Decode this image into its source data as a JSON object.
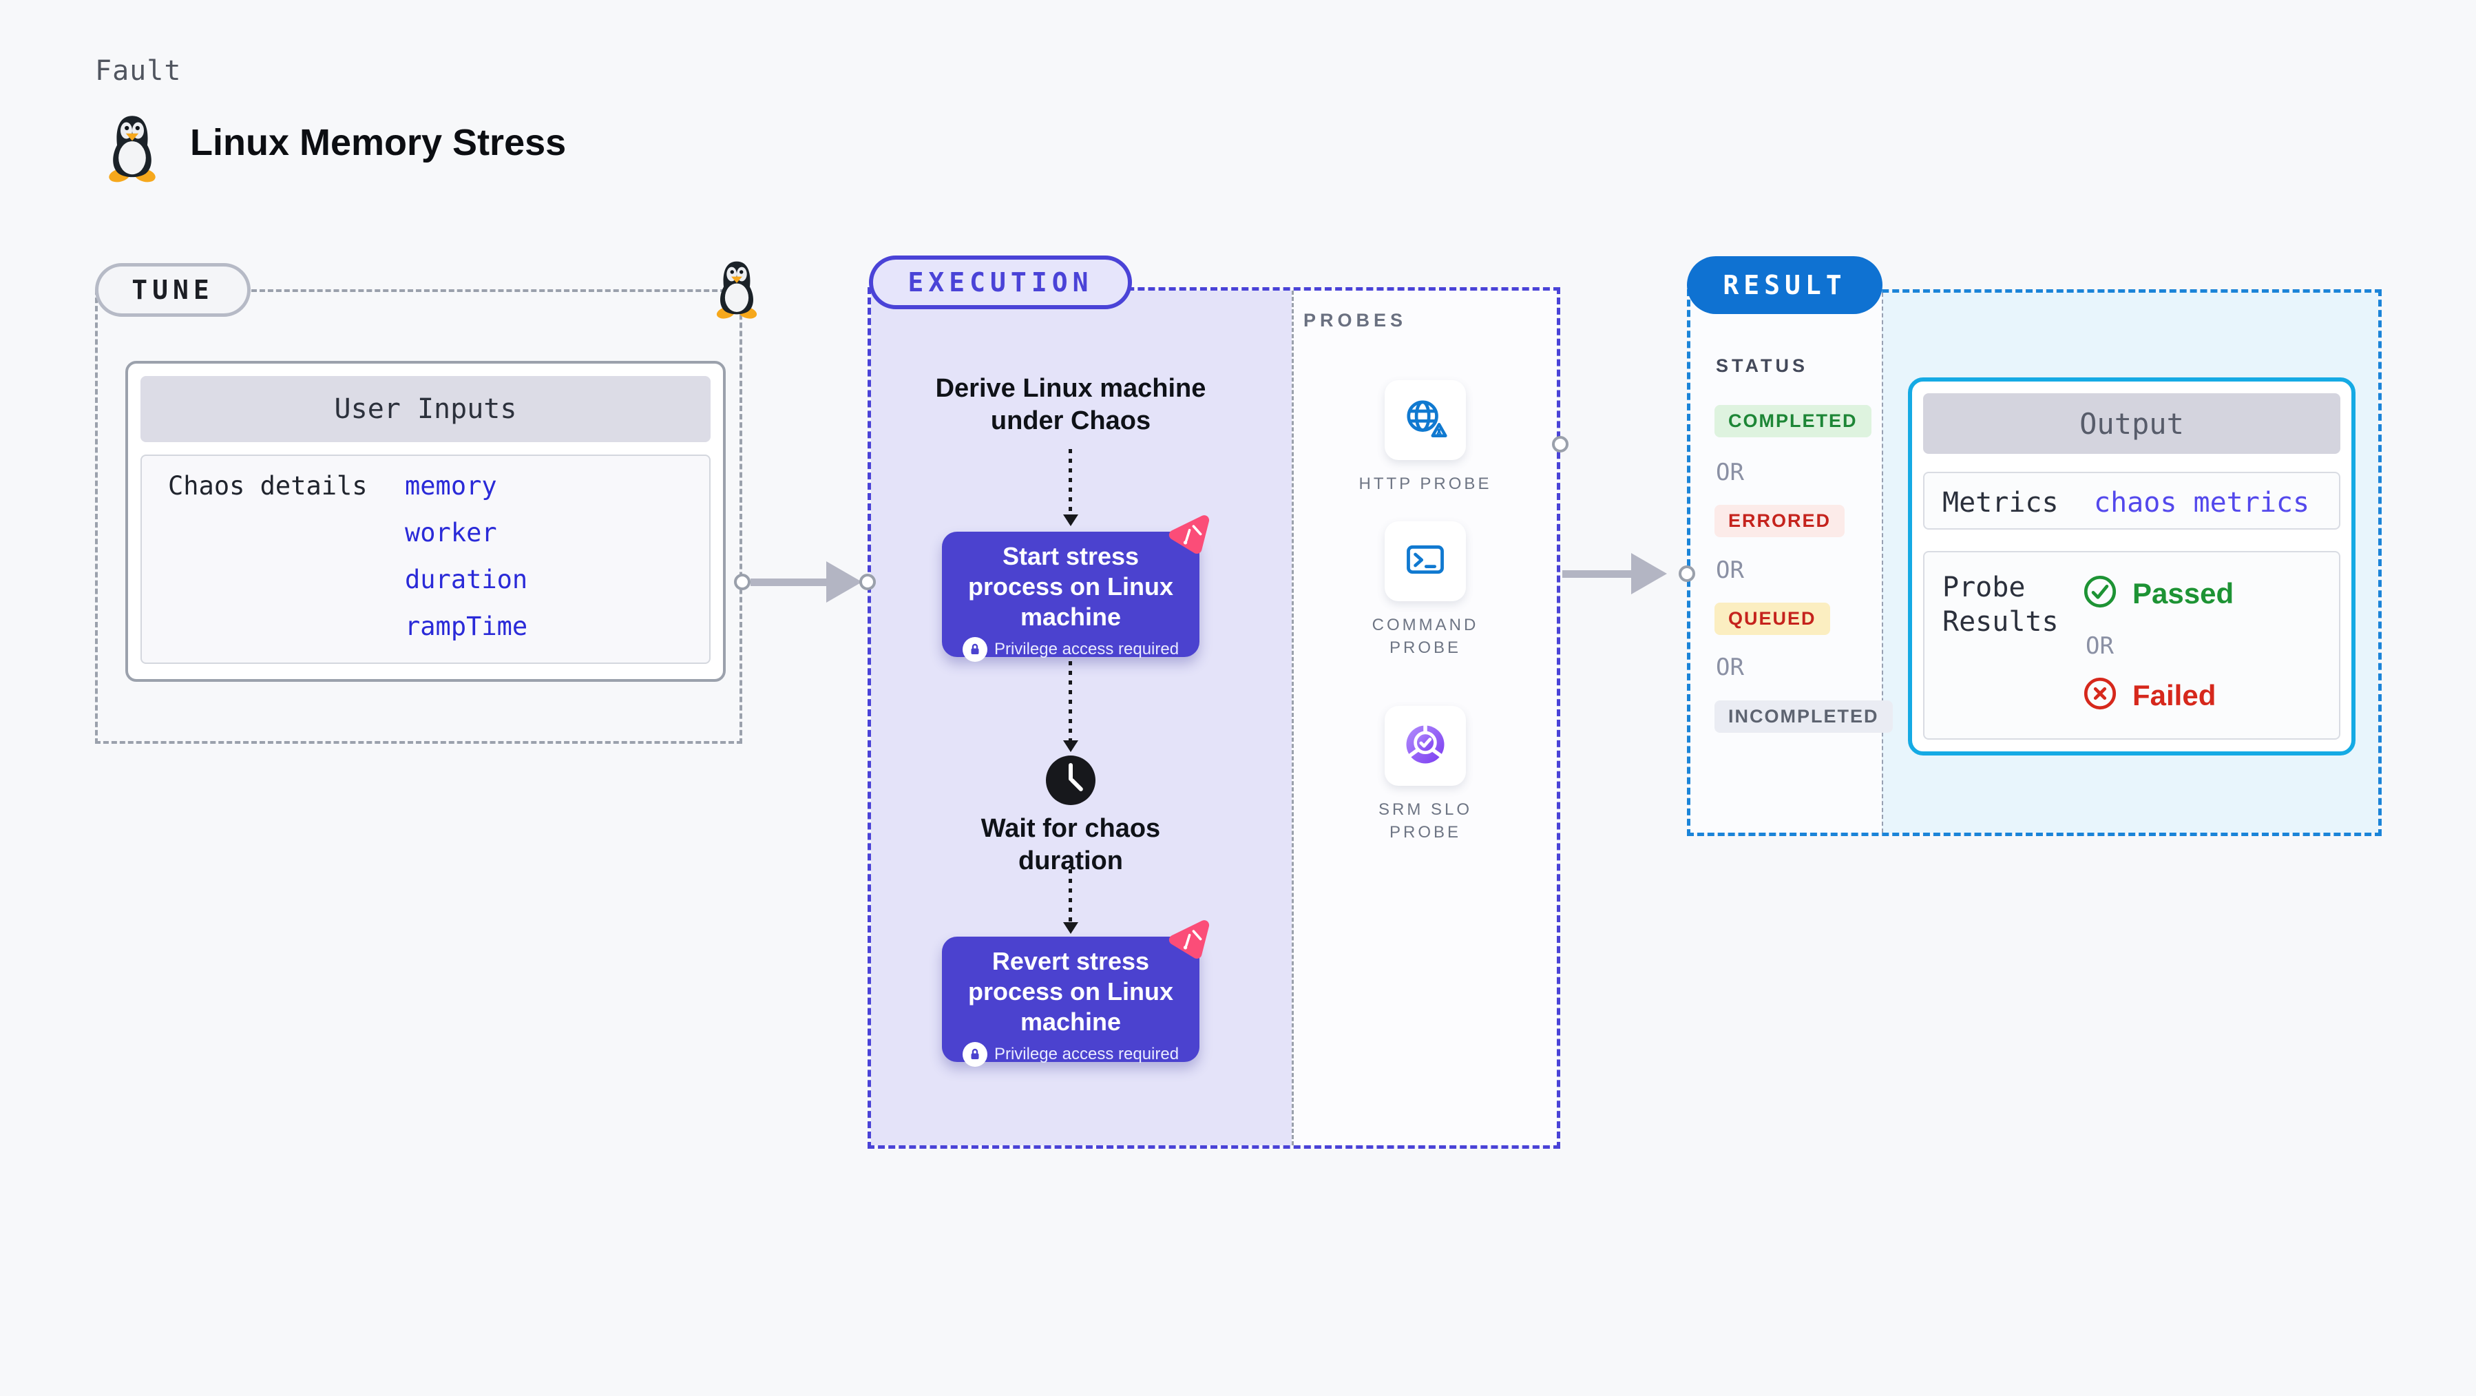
{
  "page": {
    "kind_label": "Fault",
    "title": "Linux Memory Stress",
    "background": "#f7f8fa"
  },
  "tune": {
    "badge": "TUNE",
    "card": {
      "header": "User Inputs",
      "row_label": "Chaos details",
      "inputs": [
        "memory",
        "worker",
        "duration",
        "rampTime"
      ]
    }
  },
  "execution": {
    "badge": "EXECUTION",
    "derive_lines": [
      "Derive Linux machine",
      "under Chaos"
    ],
    "start_lines": [
      "Start stress",
      "process on Linux",
      "machine"
    ],
    "wait_lines": [
      "Wait for chaos",
      "duration"
    ],
    "revert_lines": [
      "Revert stress",
      "process on Linux",
      "machine"
    ],
    "privilege_label": "Privilege access required"
  },
  "probes": {
    "section_label": "PROBES",
    "items": [
      {
        "icon": "globe-alert-icon",
        "lines": [
          "HTTP PROBE",
          ""
        ]
      },
      {
        "icon": "terminal-icon",
        "lines": [
          "COMMAND",
          "PROBE"
        ]
      },
      {
        "icon": "slo-donut-icon",
        "lines": [
          "SRM SLO",
          "PROBE"
        ]
      }
    ]
  },
  "result": {
    "badge": "RESULT",
    "status_label": "STATUS",
    "or_label": "OR",
    "statuses": [
      "COMPLETED",
      "ERRORED",
      "QUEUED",
      "INCOMPLETED"
    ],
    "output": {
      "header": "Output",
      "metrics_label": "Metrics",
      "metrics_value": "chaos metrics",
      "probe_results_lines": [
        "Probe",
        "Results"
      ],
      "passed_label": "Passed",
      "failed_label": "Failed"
    }
  },
  "colors": {
    "execution_accent": "#4a43d7",
    "node_purple": "#4b42cf",
    "result_accent": "#0f72d2",
    "output_border": "#15aae4",
    "probe_icon_blue": "#1079d0",
    "chaos_pink": "#fb4d78",
    "passed_green": "#1d9334",
    "failed_red": "#d6281c",
    "input_value_blue": "#2a2ad8",
    "completed_bg": "#def3df",
    "errored_bg": "#fcebe9",
    "queued_bg": "#fbeec1",
    "incompleted_bg": "#eaecf3"
  }
}
